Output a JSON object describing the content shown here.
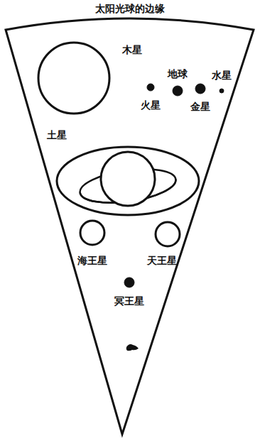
{
  "diagram": {
    "nodes": [
      {
        "text": [
          "太阳光球的边缘"
        ]
      },
      {
        "text": [
          "木星"
        ],
        "in": 0
      },
      {
        "text": [
          "地球"
        ],
        "in": 0
      },
      {
        "text": [
          "水星"
        ],
        "in": 0
      },
      {
        "text": [
          "火星"
        ],
        "in": 0
      },
      {
        "text": [
          "金星"
        ],
        "in": 0
      },
      {
        "text": [
          "土星"
        ],
        "in": 0
      },
      {
        "text": [
          "海王星"
        ],
        "in": 0
      },
      {
        "text": [
          "天王星"
        ],
        "in": 0
      },
      {
        "text": [
          "冥王星"
        ],
        "in": 0
      }
    ]
  }
}
